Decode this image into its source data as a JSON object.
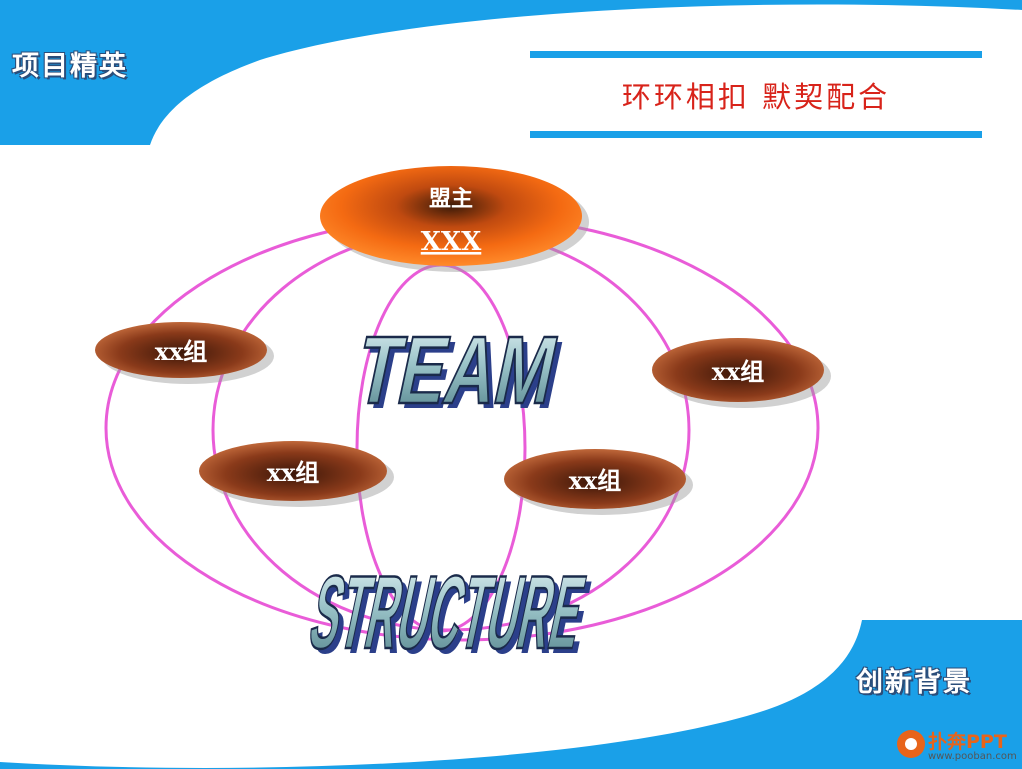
{
  "header": {
    "left_title": "项目精英",
    "slogan": "环环相扣 默契配合"
  },
  "footer": {
    "right_title": "创新背景"
  },
  "diagram": {
    "leader": {
      "role": "盟主",
      "name": "XXX"
    },
    "groups": [
      "xx组",
      "xx组",
      "xx组",
      "xx组"
    ],
    "word_top": "TEAM",
    "word_bottom": "STRUCTURE"
  },
  "watermark": {
    "brand": "扑奔PPT",
    "url": "www.pooban.com"
  },
  "colors": {
    "blue": "#1aa0e8",
    "pink": "#e95cd8",
    "leader_orange": "#f46a12",
    "group_brown": "#b45a30",
    "slogan_red": "#d8231a"
  }
}
